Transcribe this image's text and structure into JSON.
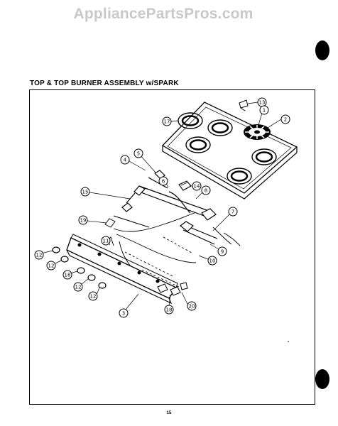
{
  "watermark": "AppliancePartsPros.com",
  "title": "TOP & TOP BURNER ASSEMBLY w/SPARK",
  "page_number": "15",
  "callouts": [
    {
      "id": "c13",
      "label": "13"
    },
    {
      "id": "c2",
      "label": "2"
    },
    {
      "id": "c1",
      "label": "1"
    },
    {
      "id": "c17",
      "label": "17"
    },
    {
      "id": "c4",
      "label": "4"
    },
    {
      "id": "c5",
      "label": "5"
    },
    {
      "id": "c6",
      "label": "6"
    },
    {
      "id": "c14",
      "label": "14"
    },
    {
      "id": "c8",
      "label": "8"
    },
    {
      "id": "c15",
      "label": "15"
    },
    {
      "id": "c7",
      "label": "7"
    },
    {
      "id": "c19",
      "label": "19"
    },
    {
      "id": "c11",
      "label": "11"
    },
    {
      "id": "c9",
      "label": "9"
    },
    {
      "id": "c10",
      "label": "10"
    },
    {
      "id": "c12a",
      "label": "12"
    },
    {
      "id": "c12b",
      "label": "12"
    },
    {
      "id": "c18a",
      "label": "18"
    },
    {
      "id": "c12c",
      "label": "12"
    },
    {
      "id": "c12d",
      "label": "12"
    },
    {
      "id": "c3",
      "label": "3"
    },
    {
      "id": "c18b",
      "label": "18"
    },
    {
      "id": "c20",
      "label": "20"
    }
  ]
}
